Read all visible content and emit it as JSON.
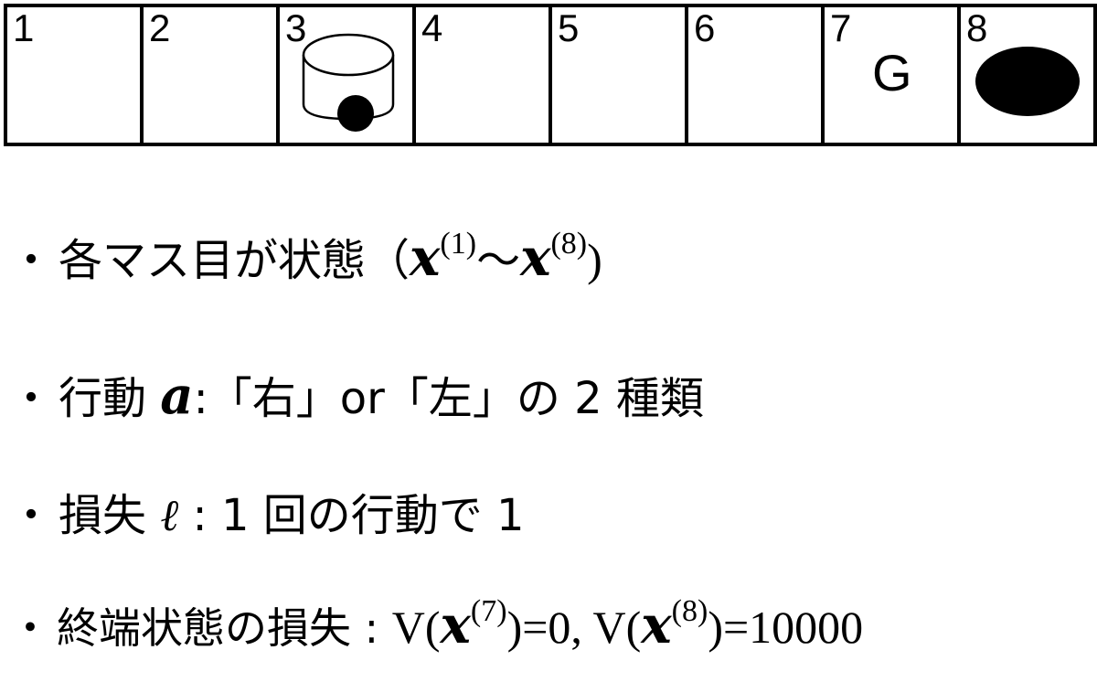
{
  "grid": {
    "cells": [
      {
        "number": "1"
      },
      {
        "number": "2"
      },
      {
        "number": "3"
      },
      {
        "number": "4"
      },
      {
        "number": "5"
      },
      {
        "number": "6"
      },
      {
        "number": "7",
        "label": "G"
      },
      {
        "number": "8"
      }
    ]
  },
  "bullets": {
    "bullet": "・",
    "states": {
      "text": "各マス目が状態（",
      "var": "x",
      "sup_start": "(1)",
      "tilde": "～",
      "sup_end": "(8)",
      "close": ")"
    },
    "actions": {
      "text1": "行動 ",
      "var": "a",
      "text2": ":「右」or「左」の 2 種類"
    },
    "loss": {
      "text1": "損失 ",
      "var": "ℓ",
      "text2": " : 1 回の行動で 1"
    },
    "terminal": {
      "text1": "終端状態の損失 : ",
      "v1_open": "V(",
      "var": "x",
      "sup7": "(7)",
      "v1_close": ")=0, ",
      "v2_open": "V(",
      "sup8": "(8)",
      "v2_close": ")=10000"
    }
  }
}
